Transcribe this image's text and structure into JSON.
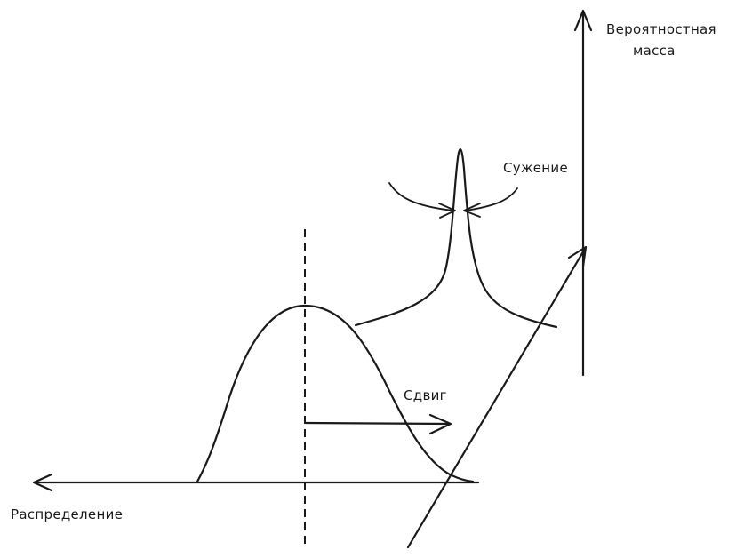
{
  "labels": {
    "probability_mass_line1": "Вероятностная",
    "probability_mass_line2": "масса",
    "narrowing": "Сужение",
    "shift": "Сдвиг",
    "distribution": "Распределение"
  }
}
